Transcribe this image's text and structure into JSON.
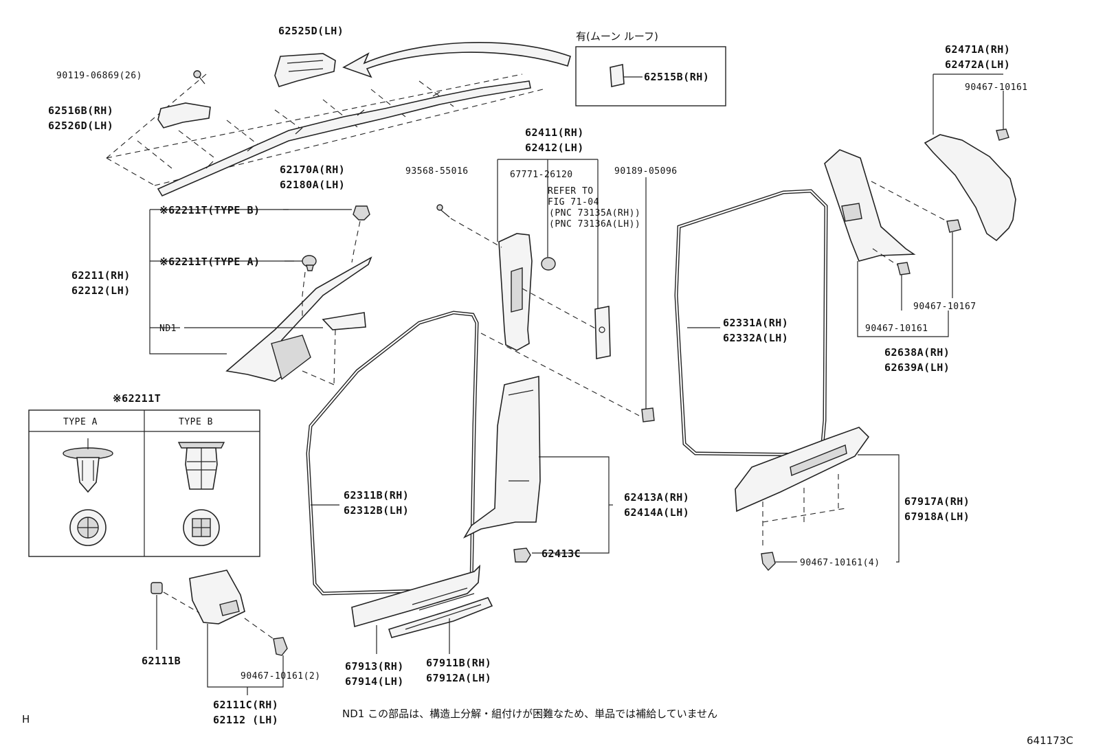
{
  "labels": {
    "p62525D": "62525D(LH)",
    "p90119": "90119-06869(26)",
    "p62516B": "62516B(RH)",
    "p62526D": "62526D(LH)",
    "p62170A": "62170A(RH)",
    "p62180A": "62180A(LH)",
    "moonroof": "有(ムーン ルーフ)",
    "p62515B": "62515B(RH)",
    "p62471A": "62471A(RH)",
    "p62472A": "62472A(LH)",
    "p90467_top": "90467-10161",
    "p62411": "62411(RH)",
    "p62412": "62412(LH)",
    "p93568": "93568-55016",
    "p67771": "67771-26120",
    "p90189": "90189-05096",
    "refer1": "REFER TO",
    "refer2": "FIG 71-04",
    "refer3": "(PNC 73135A(RH))",
    "refer4": "(PNC 73136A(LH))",
    "p62211T_B": "※62211T(TYPE B)",
    "p62211T_A": "※62211T(TYPE A)",
    "p62211": "62211(RH)",
    "p62212": "62212(LH)",
    "nd1": "ND1",
    "p62331A": "62331A(RH)",
    "p62332A": "62332A(LH)",
    "p90467_10167": "90467-10167",
    "p90467_mid": "90467-10161",
    "p62638A": "62638A(RH)",
    "p62639A": "62639A(LH)",
    "table_title": "※62211T",
    "type_a": "TYPE A",
    "type_b": "TYPE B",
    "p62311B": "62311B(RH)",
    "p62312B": "62312B(LH)",
    "p62413A": "62413A(RH)",
    "p62414A": "62414A(LH)",
    "p62413C": "62413C",
    "p67917A": "67917A(RH)",
    "p67918A": "67918A(LH)",
    "p90467_4": "90467-10161(4)",
    "p62111B": "62111B",
    "p90467_2": "90467-10161(2)",
    "p67913": "67913(RH)",
    "p67914": "67914(LH)",
    "p67911B": "67911B(RH)",
    "p67912A": "67912A(LH)",
    "p62111C": "62111C(RH)",
    "p62112": "62112 (LH)",
    "footnote": "ND1 この部品は、構造上分解・組付けが困難なため、単品では補給していません",
    "corner_h": "H",
    "fig_code": "641173C"
  }
}
